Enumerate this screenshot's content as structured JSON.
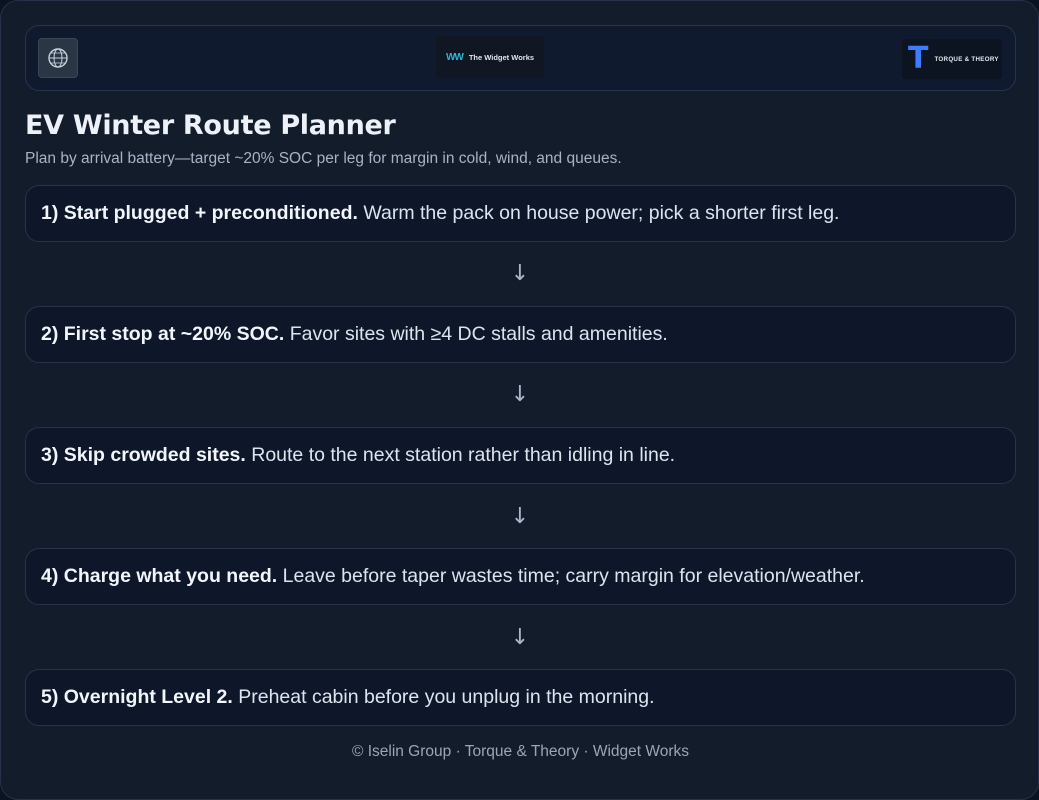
{
  "header": {
    "left_logo": {
      "icon": "globe-network-icon"
    },
    "center_logo": {
      "mark": "WW",
      "name": "The Widget Works"
    },
    "right_logo": {
      "mark": "T",
      "name": "TORQUE & THEORY"
    }
  },
  "page": {
    "title": "EV Winter Route Planner",
    "subtitle": "Plan by arrival battery—target ~20% SOC per leg for margin in cold, wind, and queues."
  },
  "steps": [
    {
      "lead": "1) Start plugged + preconditioned.",
      "text": " Warm the pack on house power; pick a shorter first leg."
    },
    {
      "lead": "2) First stop at ~20% SOC.",
      "text": " Favor sites with ≥4 DC stalls and amenities."
    },
    {
      "lead": "3) Skip crowded sites.",
      "text": " Route to the next station rather than idling in line."
    },
    {
      "lead": "4) Charge what you need.",
      "text": " Leave before taper wastes time; carry margin for elevation/weather."
    },
    {
      "lead": "5) Overnight Level 2.",
      "text": " Preheat cabin before you unplug in the morning."
    }
  ],
  "arrow_glyph": "↓",
  "footer": "© Iselin Group · Torque & Theory · Widget Works",
  "colors": {
    "accent_blue": "#3d7bff",
    "accent_teal": "#2bb4d4",
    "background": "#131c2b",
    "card": "#0d1729"
  }
}
